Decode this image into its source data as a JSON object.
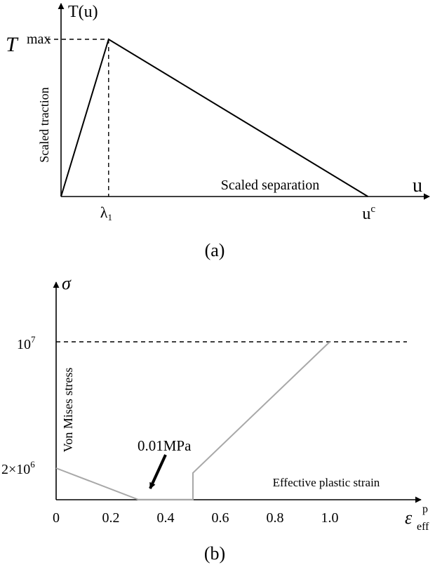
{
  "chart_data": [
    {
      "type": "line",
      "panel_label": "(a)",
      "xlabel": "u",
      "ylabel": "T(u)",
      "x_annotation": "Scaled separation",
      "y_annotation": "Scaled traction",
      "peak_label": "T",
      "peak_label_sup": "max",
      "x_ticks": [
        {
          "base": "λ",
          "sub": "1",
          "sup": ""
        },
        {
          "base": "u",
          "sub": "",
          "sup": "c"
        }
      ],
      "x": [
        0,
        0.155,
        1.0
      ],
      "values": [
        0,
        1.0,
        0
      ],
      "xlim": [
        0,
        1.15
      ],
      "ylim": [
        0,
        1.0
      ],
      "dashed_guides": true,
      "colors": {
        "line": "#000000"
      }
    },
    {
      "type": "line",
      "panel_label": "(b)",
      "ylabel": "σ",
      "xlabel_base": "ε",
      "xlabel_sub": "eff",
      "xlabel_sup": "p",
      "x_annotation": "Effective plastic strain",
      "y_annotation": "Von Mises stress",
      "arrow_annotation": "0.01MPa",
      "y_tick_labels": [
        {
          "base": "10",
          "sup": "7"
        },
        {
          "base": "2×10",
          "sup": "6"
        }
      ],
      "x_ticks": [
        0,
        0.2,
        0.4,
        0.6,
        0.8,
        1.0
      ],
      "x_tick_labels": [
        "0",
        "0.2",
        "0.4",
        "0.6",
        "0.8",
        "1.0"
      ],
      "x": [
        0,
        0.3,
        0.5,
        0.5,
        1.0
      ],
      "values": [
        2000000,
        10000,
        10000,
        1700000,
        10000000
      ],
      "xlim": [
        0,
        1.25
      ],
      "ylim": [
        0,
        10000000
      ],
      "dashed_reference_y": 10000000,
      "colors": {
        "line": "#a8a8a8",
        "axes": "#000000"
      }
    }
  ]
}
